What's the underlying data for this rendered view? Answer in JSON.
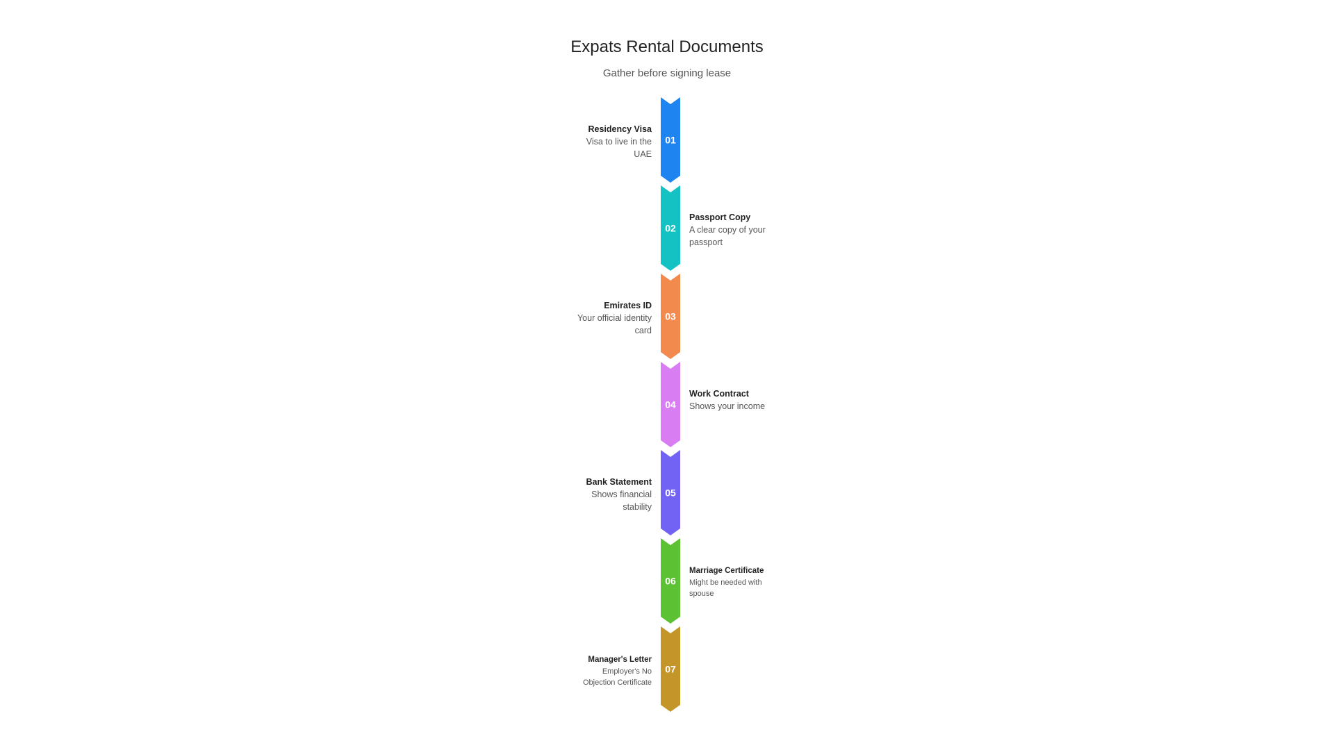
{
  "title": "Expats Rental Documents",
  "subtitle": "Gather before signing lease",
  "steps": [
    {
      "num": "01",
      "title": "Residency Visa",
      "desc": "Visa to live in the UAE",
      "side": "left",
      "color": "#1E84F0"
    },
    {
      "num": "02",
      "title": "Passport Copy",
      "desc": "A clear copy of your passport",
      "side": "right",
      "color": "#14C2C4"
    },
    {
      "num": "03",
      "title": "Emirates ID",
      "desc": "Your official identity card",
      "side": "left",
      "color": "#F28A4E"
    },
    {
      "num": "04",
      "title": "Work Contract",
      "desc": "Shows your income",
      "side": "right",
      "color": "#D97EF2"
    },
    {
      "num": "05",
      "title": "Bank Statement",
      "desc": "Shows financial stability",
      "side": "left",
      "color": "#7363F5"
    },
    {
      "num": "06",
      "title": "Marriage Certificate",
      "desc": "Might be needed with spouse",
      "side": "right",
      "color": "#5CC234"
    },
    {
      "num": "07",
      "title": "Manager's Letter",
      "desc": "Employer's No Objection Certificate",
      "side": "left",
      "color": "#C4962A"
    }
  ]
}
